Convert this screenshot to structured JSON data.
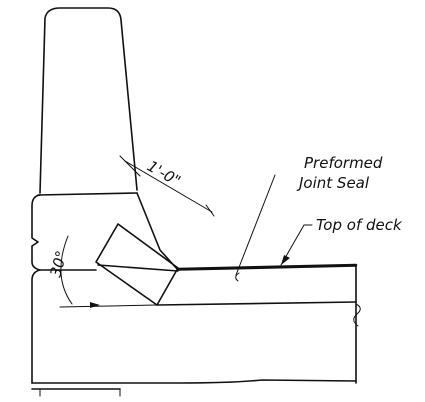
{
  "labels": {
    "dimension": "1'-0\"",
    "angle": "30°",
    "seal_line1": "Preformed",
    "seal_line2": "Joint Seal",
    "deck": "Top of deck"
  }
}
